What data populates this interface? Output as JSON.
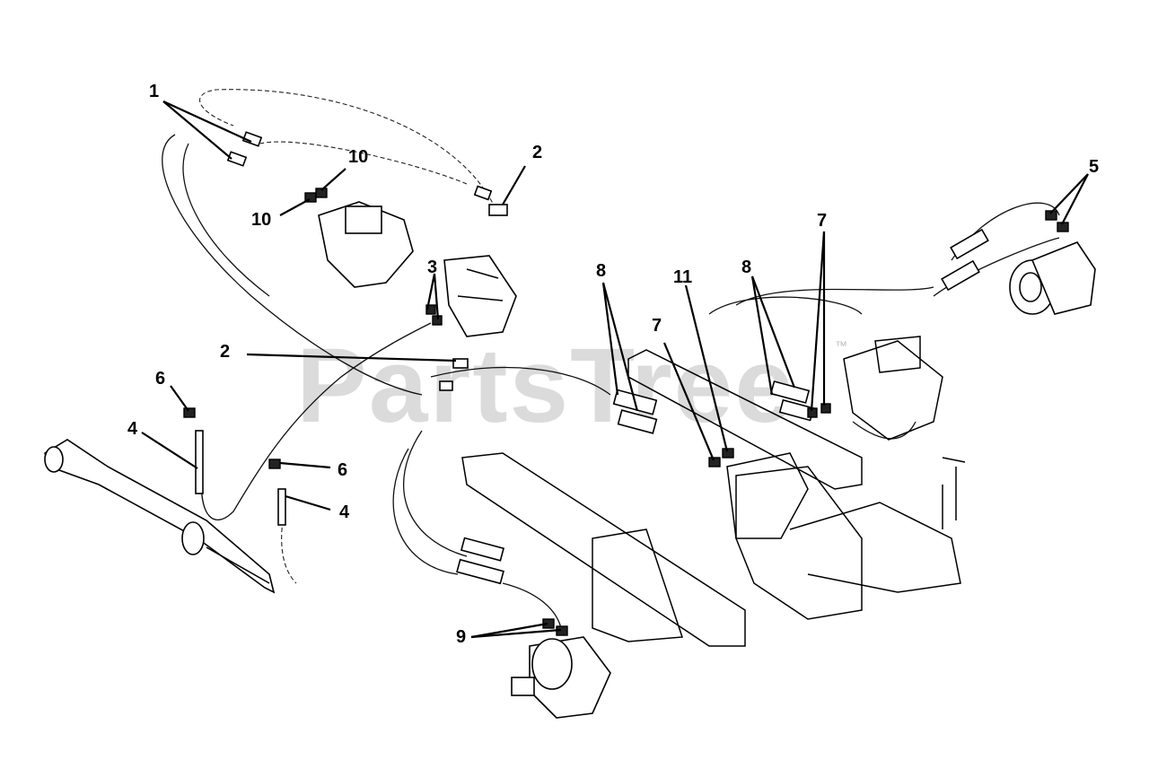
{
  "watermark": {
    "text": "PartsTree",
    "trademark": "™"
  },
  "callouts": [
    {
      "id": "c1",
      "label": "1"
    },
    {
      "id": "c2a",
      "label": "2"
    },
    {
      "id": "c2b",
      "label": "2"
    },
    {
      "id": "c3",
      "label": "3"
    },
    {
      "id": "c4a",
      "label": "4"
    },
    {
      "id": "c4b",
      "label": "4"
    },
    {
      "id": "c5",
      "label": "5"
    },
    {
      "id": "c6a",
      "label": "6"
    },
    {
      "id": "c6b",
      "label": "6"
    },
    {
      "id": "c7a",
      "label": "7"
    },
    {
      "id": "c7b",
      "label": "7"
    },
    {
      "id": "c8a",
      "label": "8"
    },
    {
      "id": "c8b",
      "label": "8"
    },
    {
      "id": "c9",
      "label": "9"
    },
    {
      "id": "c10a",
      "label": "10"
    },
    {
      "id": "c10b",
      "label": "10"
    },
    {
      "id": "c11",
      "label": "11"
    }
  ]
}
